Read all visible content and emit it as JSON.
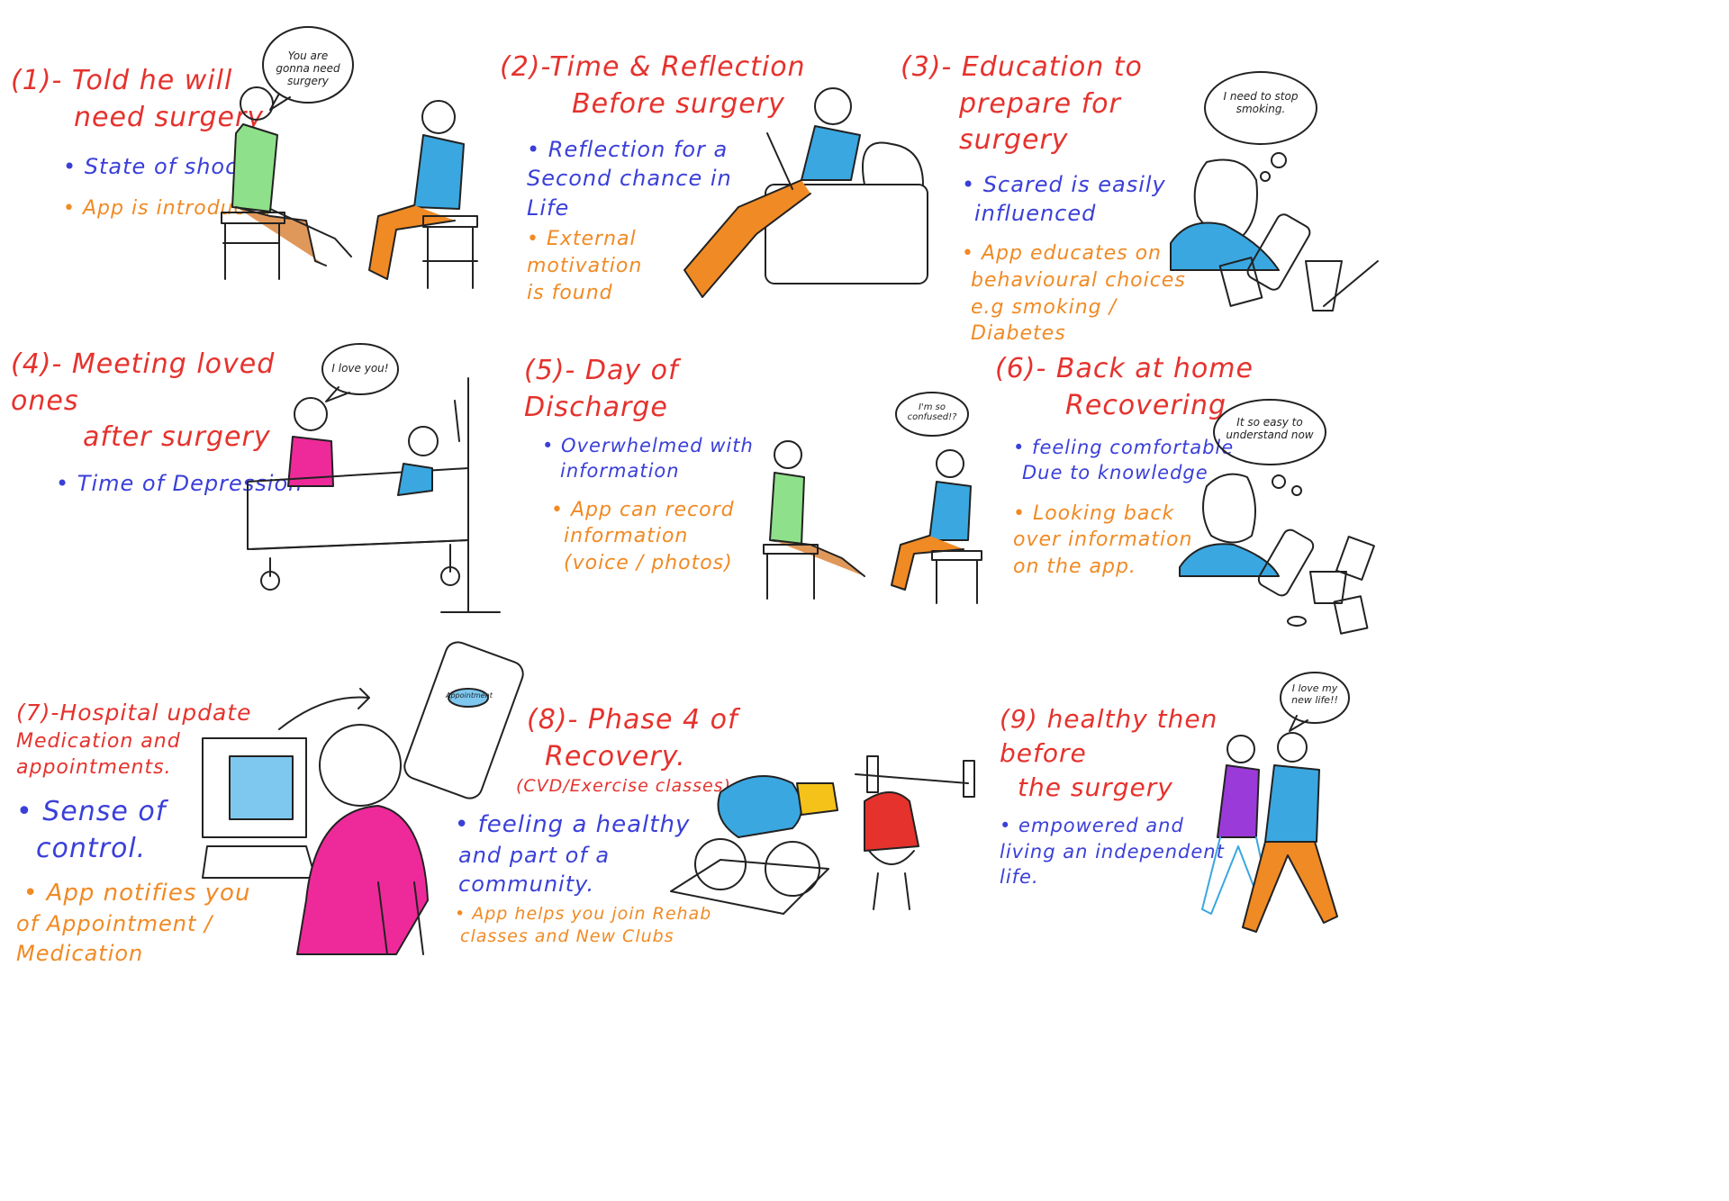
{
  "panels": [
    {
      "title_lines": [
        "(1)- Told he will",
        "need surgery"
      ],
      "blue": [
        "• State of shock"
      ],
      "orange": [
        "• App is introduced"
      ],
      "bubble": "You are gonna need surgery"
    },
    {
      "title_lines": [
        "(2)-Time & Reflection",
        "Before surgery"
      ],
      "blue": [
        "• Reflection for a",
        "Second chance in",
        "Life"
      ],
      "orange": [
        "• External",
        "motivation",
        "is found"
      ]
    },
    {
      "title_lines": [
        "(3)- Education to",
        "prepare for surgery"
      ],
      "blue": [
        "• Scared is easily",
        "influenced"
      ],
      "orange": [
        "• App educates on",
        "behavioural choices",
        "e.g smoking / Diabetes"
      ],
      "bubble": "I need to stop smoking."
    },
    {
      "title_lines": [
        "(4)- Meeting loved ones",
        "after surgery"
      ],
      "blue": [
        "• Time of Depression"
      ],
      "orange": [],
      "bubble": "I love you!"
    },
    {
      "title_lines": [
        "(5)- Day of Discharge"
      ],
      "blue": [
        "• Overwhelmed with",
        "information"
      ],
      "orange": [
        "• App can record",
        "information",
        "(voice / photos)"
      ],
      "bubble": "I'm so confused!?"
    },
    {
      "title_lines": [
        "(6)- Back at home",
        "Recovering"
      ],
      "blue": [
        "• feeling comfortable",
        "Due to knowledge"
      ],
      "orange": [
        "• Looking back",
        "over information",
        "on the app."
      ],
      "bubble": "It so easy to understand now"
    },
    {
      "title_lines": [
        "(7)-Hospital update",
        "Medication and",
        "appointments."
      ],
      "blue": [
        "• Sense of",
        "control."
      ],
      "orange": [
        "• App notifies you",
        "of Appointment / Medication"
      ],
      "screen_text": "Appointment"
    },
    {
      "title_lines": [
        "(8)- Phase 4 of",
        "Recovery.",
        "(CVD/Exercise classes)"
      ],
      "blue": [
        "• feeling a healthy",
        "and part of a",
        "community."
      ],
      "orange": [
        "• App helps you join Rehab",
        "classes and New Clubs"
      ]
    },
    {
      "title_lines": [
        "(9) healthy then before",
        "the surgery"
      ],
      "blue": [
        "• empowered and",
        "living an independent",
        "life."
      ],
      "orange": [],
      "bubble": "I love my new life!!"
    }
  ],
  "colors": {
    "title": "#e5322d",
    "blue_text": "#3a3fd8",
    "orange_text": "#f08a24",
    "shirt_blue": "#3aa7e0",
    "shirt_green": "#8fe08a",
    "pants_orange": "#f08a24",
    "pink": "#ee2a9a",
    "purple": "#9a3ad8",
    "yellow": "#f5c21a",
    "red": "#e5322d"
  }
}
